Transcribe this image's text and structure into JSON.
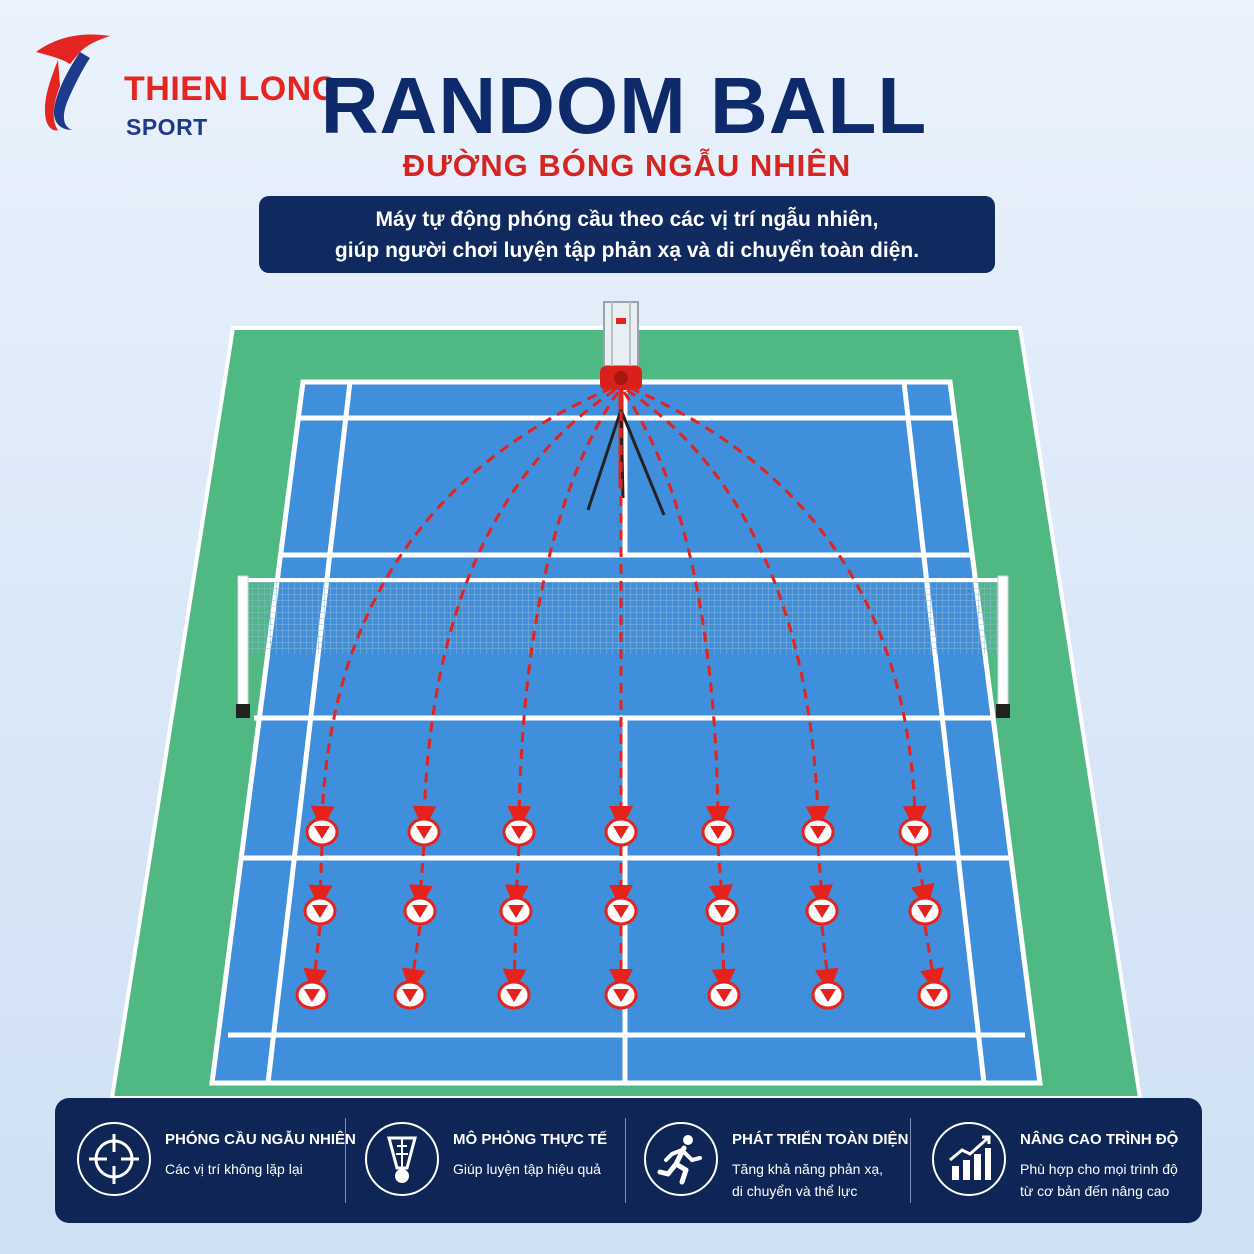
{
  "brand": {
    "name": "THIEN LONG",
    "sub": "SPORT",
    "colors": {
      "red": "#e52620",
      "blue": "#1d3a8c"
    }
  },
  "header": {
    "title": "RANDOM BALL",
    "subtitle": "ĐƯỜNG BÓNG NGẪU NHIÊN",
    "description_line1": "Máy tự động phóng cầu theo các vị trí ngẫu nhiên,",
    "description_line2": "giúp người chơi luyện tập phản xạ và di chuyển toàn diện."
  },
  "court": {
    "colors": {
      "surround": "#4fb883",
      "court": "#3f8fdc",
      "lines": "#ffffff",
      "trajectory": "#e5231c"
    },
    "machine": "shuttlecock-launcher-icon",
    "landing_marker_icon": "target-marker-icon",
    "landing_grid": {
      "rows": 3,
      "columns": 7
    }
  },
  "features": [
    {
      "icon": "crosshair-icon",
      "title": "PHÓNG CẦU NGẪU NHIÊN",
      "desc": "Các vị trí không lặp lại"
    },
    {
      "icon": "shuttlecock-icon",
      "title": "MÔ PHỎNG THỰC TẾ",
      "desc": "Giúp luyện tập hiệu quả"
    },
    {
      "icon": "runner-icon",
      "title": "PHÁT TRIỂN TOÀN DIỆN",
      "desc": "Tăng khả năng phản xạ,\ndi chuyển và thể lực"
    },
    {
      "icon": "growth-chart-icon",
      "title": "NÂNG CAO TRÌNH ĐỘ",
      "desc": "Phù hợp cho mọi trình độ\ntừ cơ bản đến nâng cao"
    }
  ]
}
